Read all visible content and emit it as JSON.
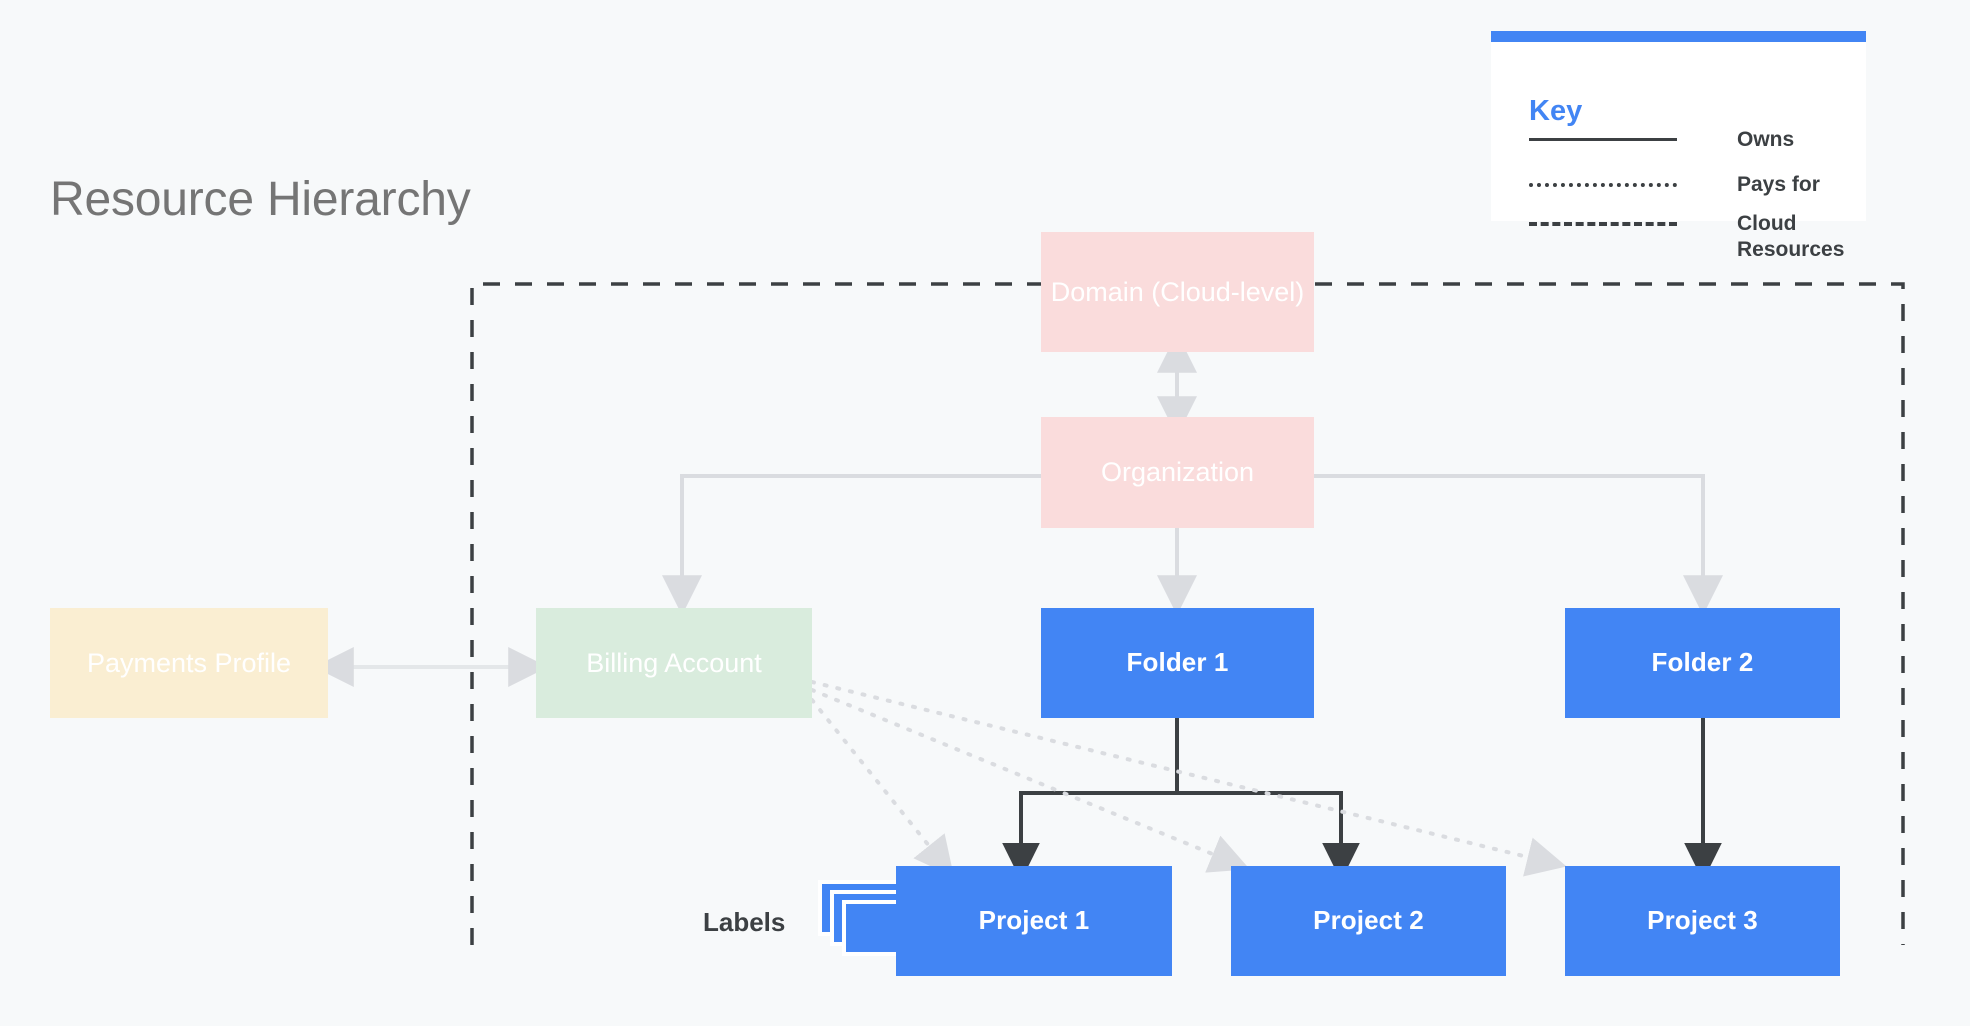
{
  "page": {
    "title": "Resource Hierarchy",
    "background_color": "#f7f9fa"
  },
  "colors": {
    "accent_blue": "#4285f4",
    "node_blue": "#4285f4",
    "node_pink": "#fadcdc",
    "node_green": "#d9ecdd",
    "node_cream": "#faeed2",
    "arrow_gray": "#dadce0",
    "arrow_dark": "#3c4043",
    "dotted_gray": "#dadce0",
    "title_gray": "#757575",
    "text_dark": "#3c4043"
  },
  "key": {
    "title": "Key",
    "rows": [
      {
        "style": "solid",
        "label": "Owns"
      },
      {
        "style": "dotted",
        "label": "Pays for"
      },
      {
        "style": "dashed",
        "label": "Cloud Resources"
      }
    ]
  },
  "nodes": {
    "domain": {
      "label": "Domain (Cloud-level)",
      "color": "#fadcdc",
      "text_color": "#ffffff",
      "weight": "regular"
    },
    "organization": {
      "label": "Organization",
      "color": "#fadcdc",
      "text_color": "#ffffff",
      "weight": "regular"
    },
    "payments_profile": {
      "label": "Payments Profile",
      "color": "#faeed2",
      "text_color": "#ffffff",
      "weight": "regular"
    },
    "billing_account": {
      "label": "Billing Account",
      "color": "#d9ecdd",
      "text_color": "#ffffff",
      "weight": "regular"
    },
    "folder_1": {
      "label": "Folder 1",
      "color": "#4285f4",
      "text_color": "#ffffff",
      "weight": "bold"
    },
    "folder_2": {
      "label": "Folder 2",
      "color": "#4285f4",
      "text_color": "#ffffff",
      "weight": "bold"
    },
    "project_1": {
      "label": "Project 1",
      "color": "#4285f4",
      "text_color": "#ffffff",
      "weight": "bold"
    },
    "project_2": {
      "label": "Project 2",
      "color": "#4285f4",
      "text_color": "#ffffff",
      "weight": "bold"
    },
    "project_3": {
      "label": "Project 3",
      "color": "#4285f4",
      "text_color": "#ffffff",
      "weight": "bold"
    }
  },
  "labels_marker": {
    "text": "Labels"
  },
  "chart_data": {
    "type": "diagram",
    "title": "Resource Hierarchy",
    "subtype": "hierarchy-tree",
    "nodes": [
      "Domain (Cloud-level)",
      "Organization",
      "Payments Profile",
      "Billing Account",
      "Folder 1",
      "Folder 2",
      "Project 1",
      "Project 2",
      "Project 3",
      "Labels"
    ],
    "edges": [
      {
        "from": "Domain (Cloud-level)",
        "to": "Organization",
        "relation": "owns",
        "style": "solid-gray",
        "direction": "both"
      },
      {
        "from": "Organization",
        "to": "Billing Account",
        "relation": "owns",
        "style": "solid-gray",
        "direction": "to"
      },
      {
        "from": "Organization",
        "to": "Folder 1",
        "relation": "owns",
        "style": "solid-gray",
        "direction": "to"
      },
      {
        "from": "Organization",
        "to": "Folder 2",
        "relation": "owns",
        "style": "solid-gray",
        "direction": "to"
      },
      {
        "from": "Payments Profile",
        "to": "Billing Account",
        "relation": "owns",
        "style": "solid-gray",
        "direction": "both"
      },
      {
        "from": "Folder 1",
        "to": "Project 1",
        "relation": "owns",
        "style": "solid-dark",
        "direction": "to"
      },
      {
        "from": "Folder 1",
        "to": "Project 2",
        "relation": "owns",
        "style": "solid-dark",
        "direction": "to"
      },
      {
        "from": "Folder 2",
        "to": "Project 3",
        "relation": "owns",
        "style": "solid-dark",
        "direction": "to"
      },
      {
        "from": "Billing Account",
        "to": "Project 1",
        "relation": "pays for",
        "style": "dotted-gray",
        "direction": "to"
      },
      {
        "from": "Billing Account",
        "to": "Project 2",
        "relation": "pays for",
        "style": "dotted-gray",
        "direction": "to"
      },
      {
        "from": "Billing Account",
        "to": "Project 3",
        "relation": "pays for",
        "style": "dotted-gray",
        "direction": "to"
      }
    ],
    "boundary": {
      "label": "Cloud Resources",
      "style": "dashed",
      "encloses": [
        "Domain (Cloud-level)",
        "Organization",
        "Billing Account",
        "Folder 1",
        "Folder 2",
        "Project 1",
        "Project 2",
        "Project 3"
      ]
    }
  }
}
